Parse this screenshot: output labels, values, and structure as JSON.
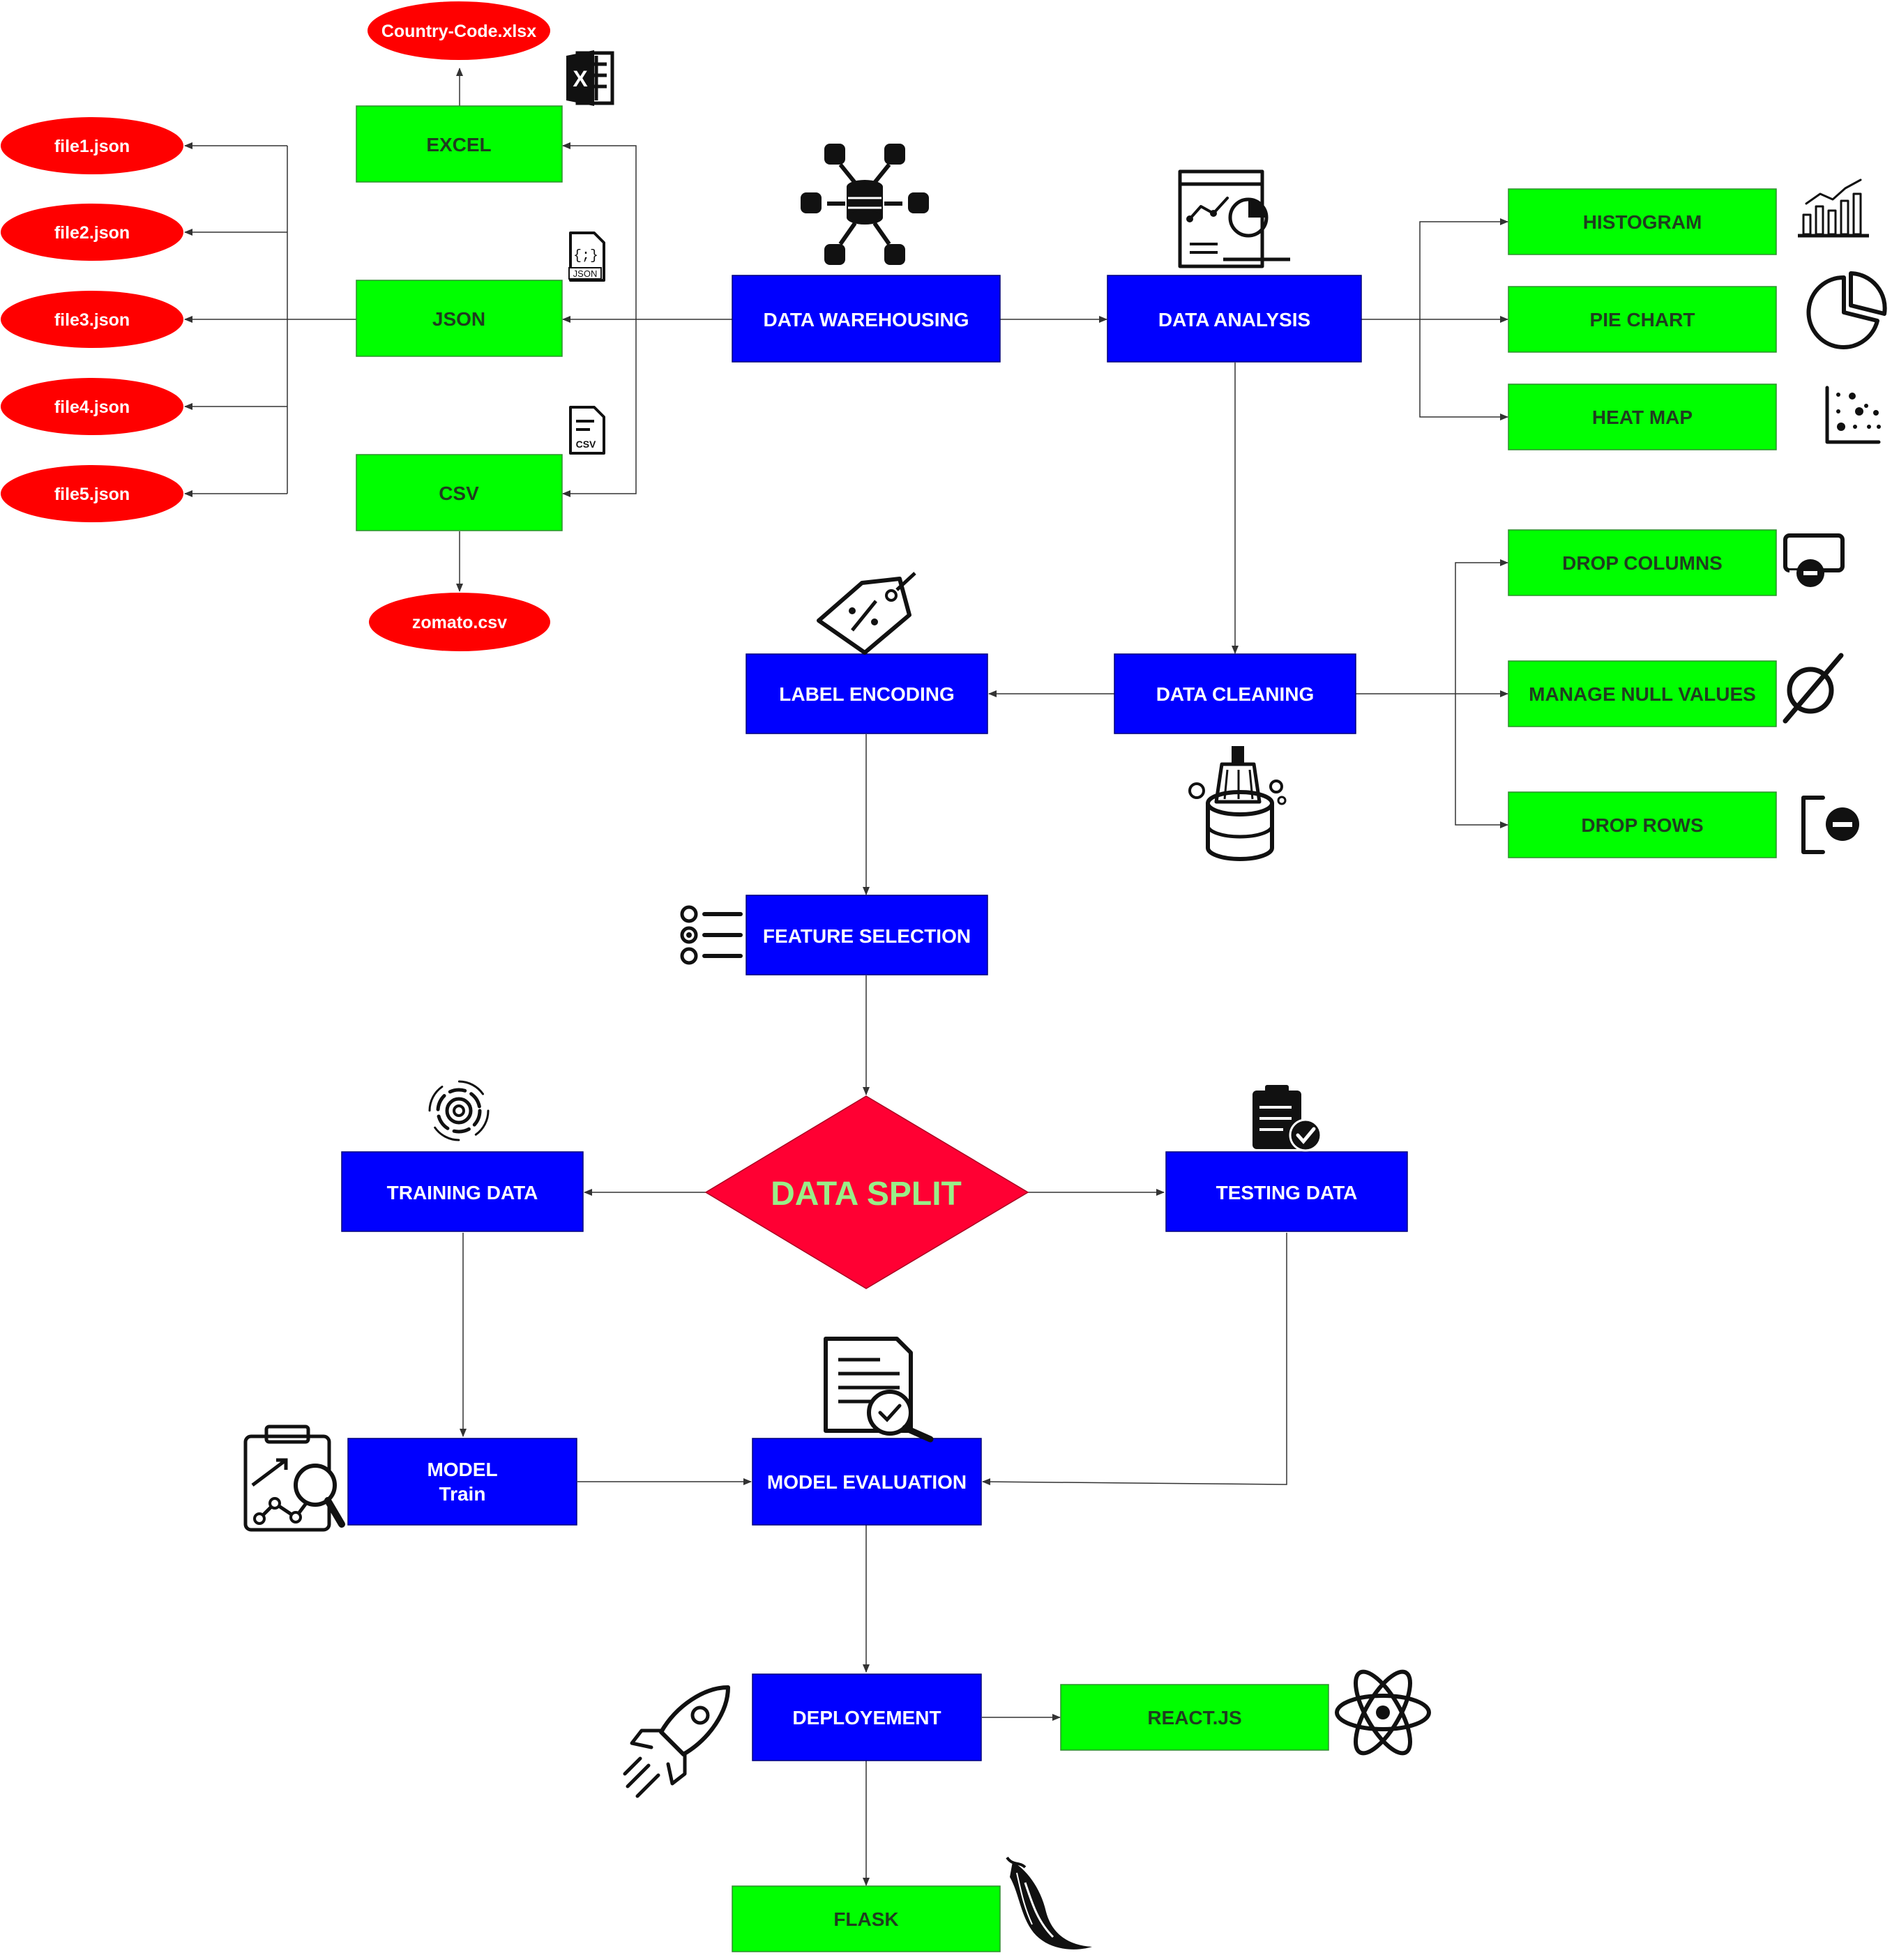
{
  "nodes": {
    "country_code": "Country-Code.xlsx",
    "excel": "EXCEL",
    "json": "JSON",
    "csv": "CSV",
    "zomato": "zomato.csv",
    "file1": "file1.json",
    "file2": "file2.json",
    "file3": "file3.json",
    "file4": "file4.json",
    "file5": "file5.json",
    "data_warehousing": "DATA WAREHOUSING",
    "data_analysis": "DATA ANALYSIS",
    "histogram": "HISTOGRAM",
    "pie_chart": "PIE CHART",
    "heat_map": "HEAT MAP",
    "drop_columns": "DROP COLUMNS",
    "manage_null": "MANAGE NULL VALUES",
    "drop_rows": "DROP ROWS",
    "data_cleaning": "DATA CLEANING",
    "label_encoding": "LABEL ENCODING",
    "feature_selection": "FEATURE SELECTION",
    "data_split": "DATA SPLIT",
    "training_data": "TRAINING DATA",
    "testing_data": "TESTING DATA",
    "model_train_line1": "MODEL",
    "model_train_line2": "Train",
    "model_evaluation": "MODEL EVALUATION",
    "deployment": "DEPLOYEMENT",
    "reactjs": "REACT.JS",
    "flask": "FLASK"
  },
  "icon_labels": {
    "json_file": "{;}",
    "json_tag": "JSON",
    "csv_tag": "CSV"
  },
  "colors": {
    "process_blue": "#0000ff",
    "output_green": "#00ff00",
    "source_red": "#ff0000",
    "decision_red": "#ff0033",
    "decision_text": "#99ee88"
  }
}
